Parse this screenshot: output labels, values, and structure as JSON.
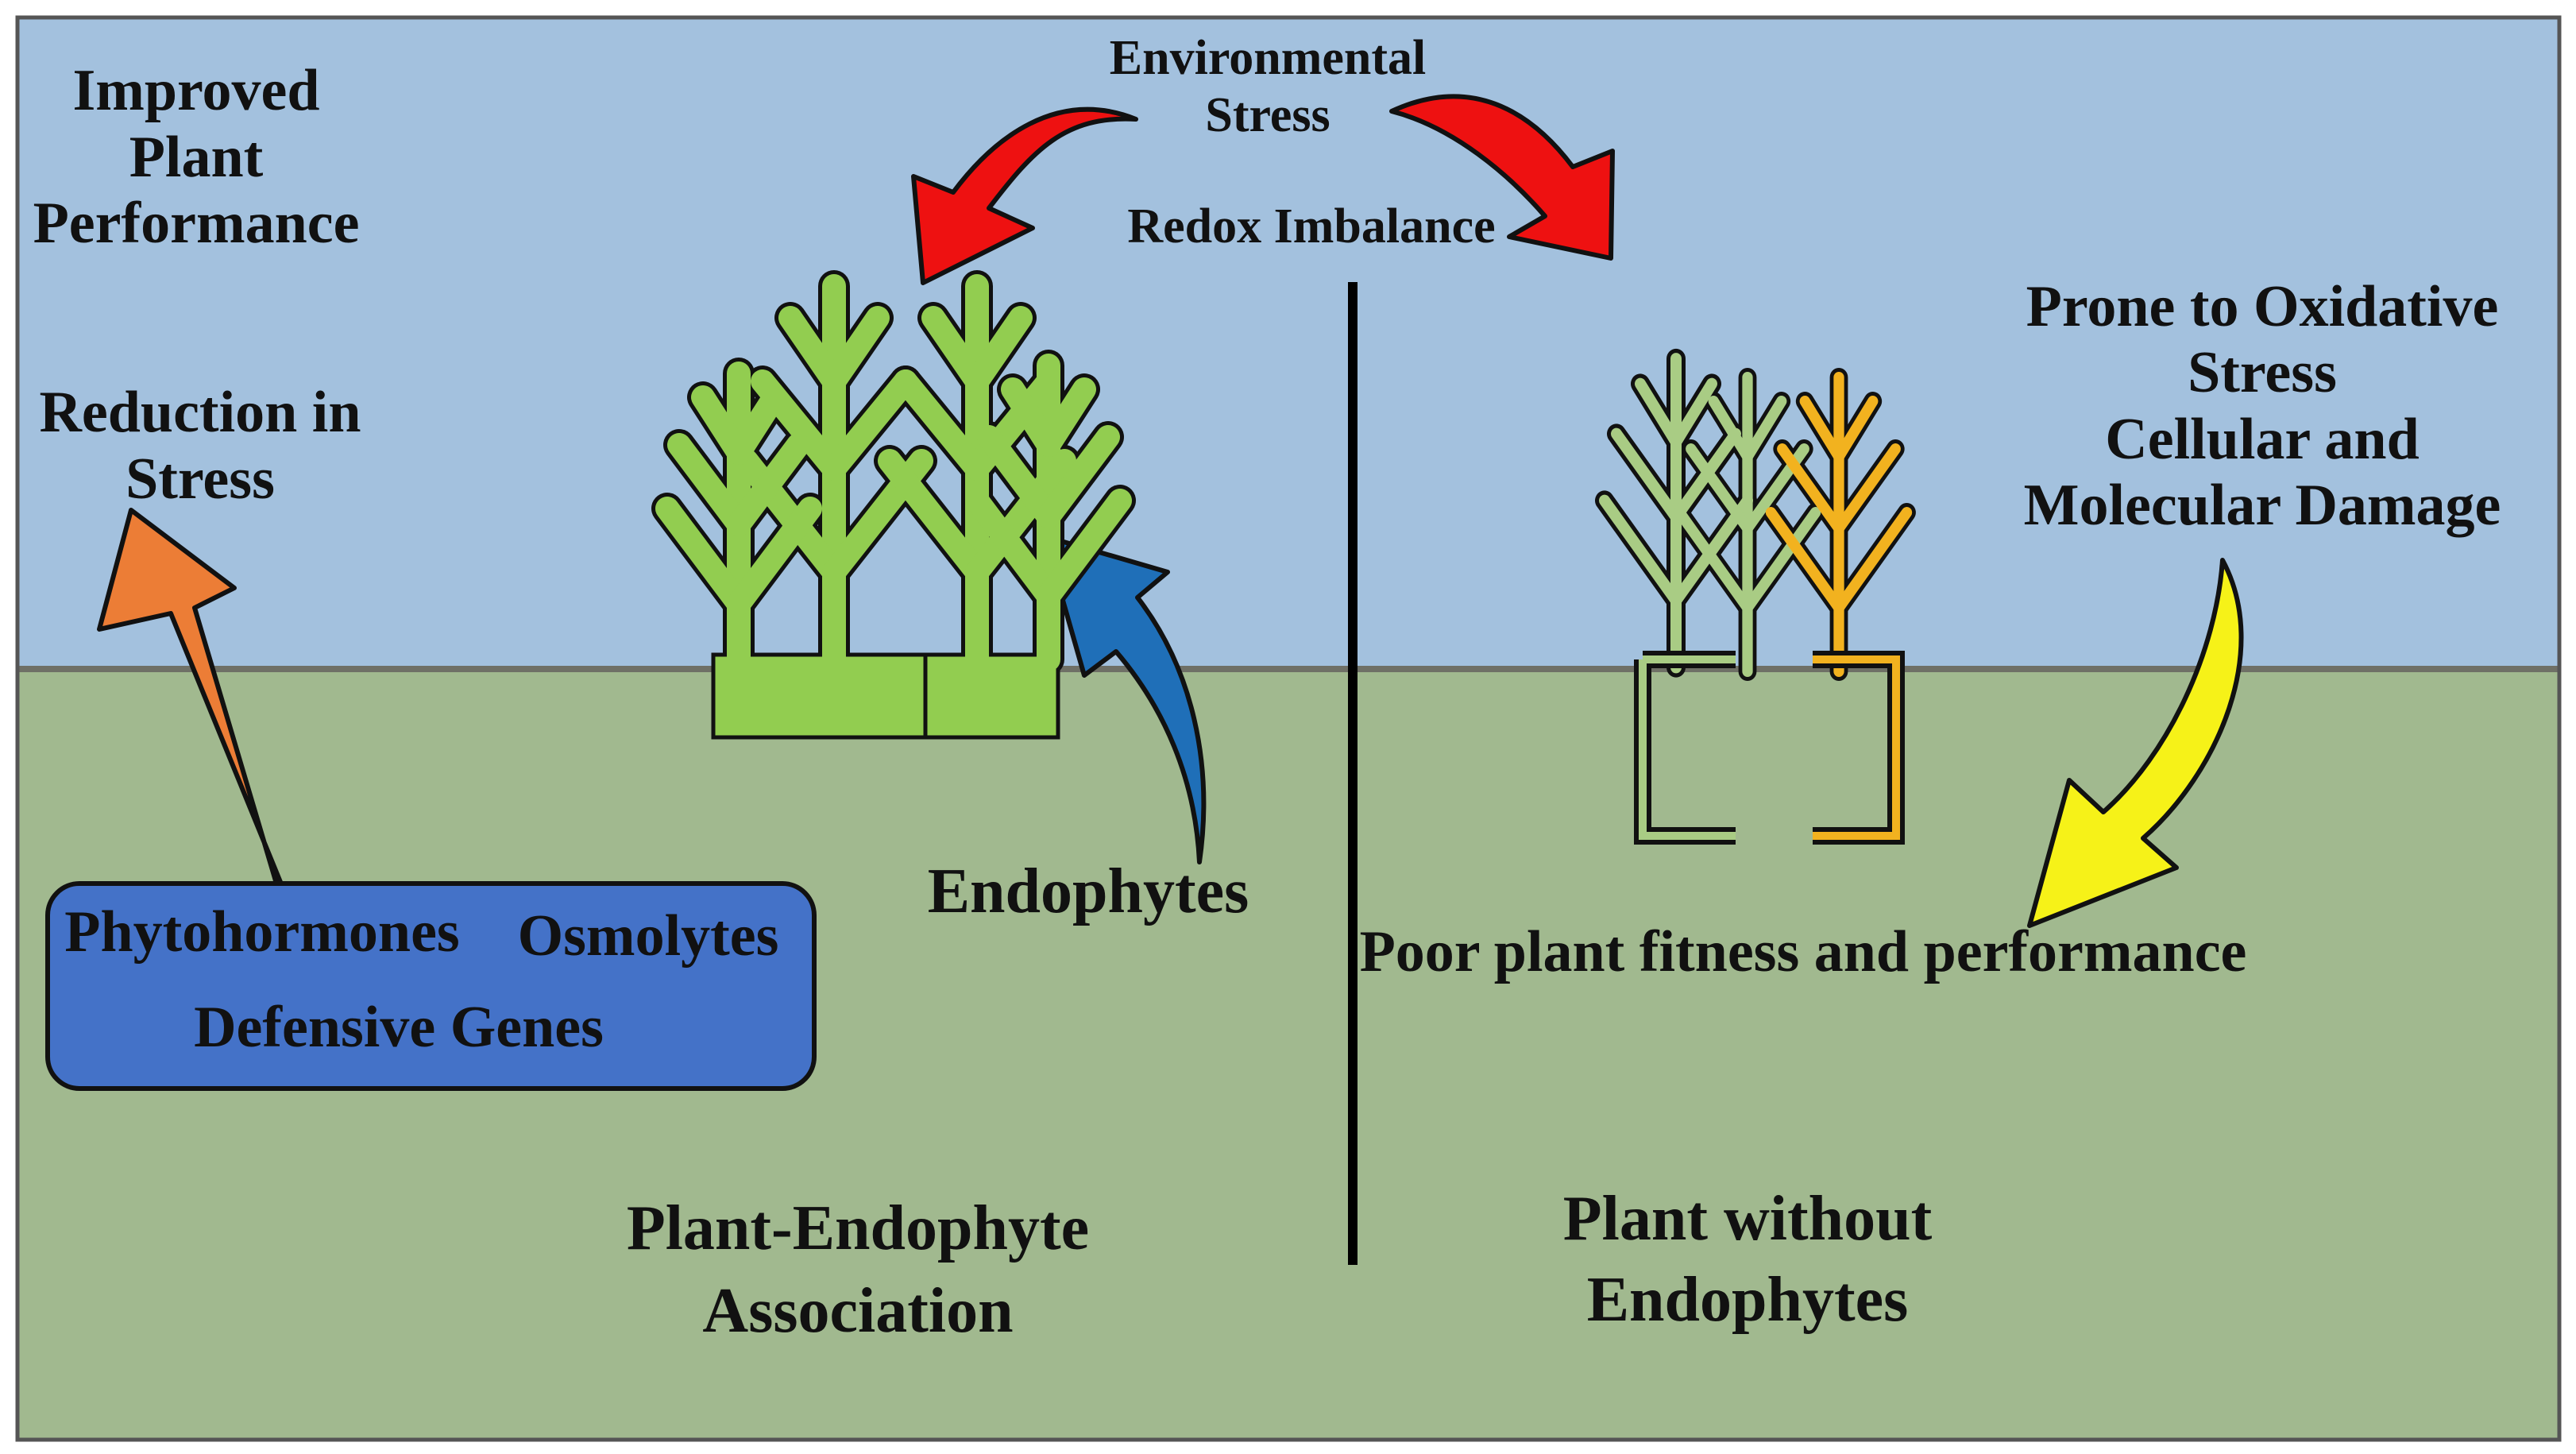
{
  "top_labels": {
    "environmental_stress_line1": "Environmental",
    "environmental_stress_line2": "Stress",
    "redox_imbalance": "Redox Imbalance"
  },
  "left_panel": {
    "improved_line1": "Improved",
    "improved_line2": "Plant",
    "improved_line3": "Performance",
    "reduction_line1": "Reduction in",
    "reduction_line2": "Stress",
    "box_items": [
      "Phytohormones",
      "Osmolytes",
      "Defensive Genes"
    ],
    "endophytes_label": "Endophytes",
    "caption_line1": "Plant-Endophyte",
    "caption_line2": "Association"
  },
  "right_panel": {
    "stress_lines": [
      "Prone to Oxidative",
      "Stress",
      "Cellular and",
      "Molecular  Damage"
    ],
    "poor_fitness": "Poor plant fitness and performance",
    "caption_line1": "Plant without",
    "caption_line2": "Endophytes"
  },
  "colors": {
    "sky": "#a3c1de",
    "soil": "#a1b98f",
    "healthy_plant": "#92cd50",
    "weak_plant": "#a9cc84",
    "yellowed_plant": "#f2b21f",
    "stress_arrow": "#ee1111",
    "reduction_arrow": "#ec7d36",
    "endophyte_arrow": "#1f6fb8",
    "damage_arrow": "#f6f218",
    "box_fill": "#4472c8"
  }
}
